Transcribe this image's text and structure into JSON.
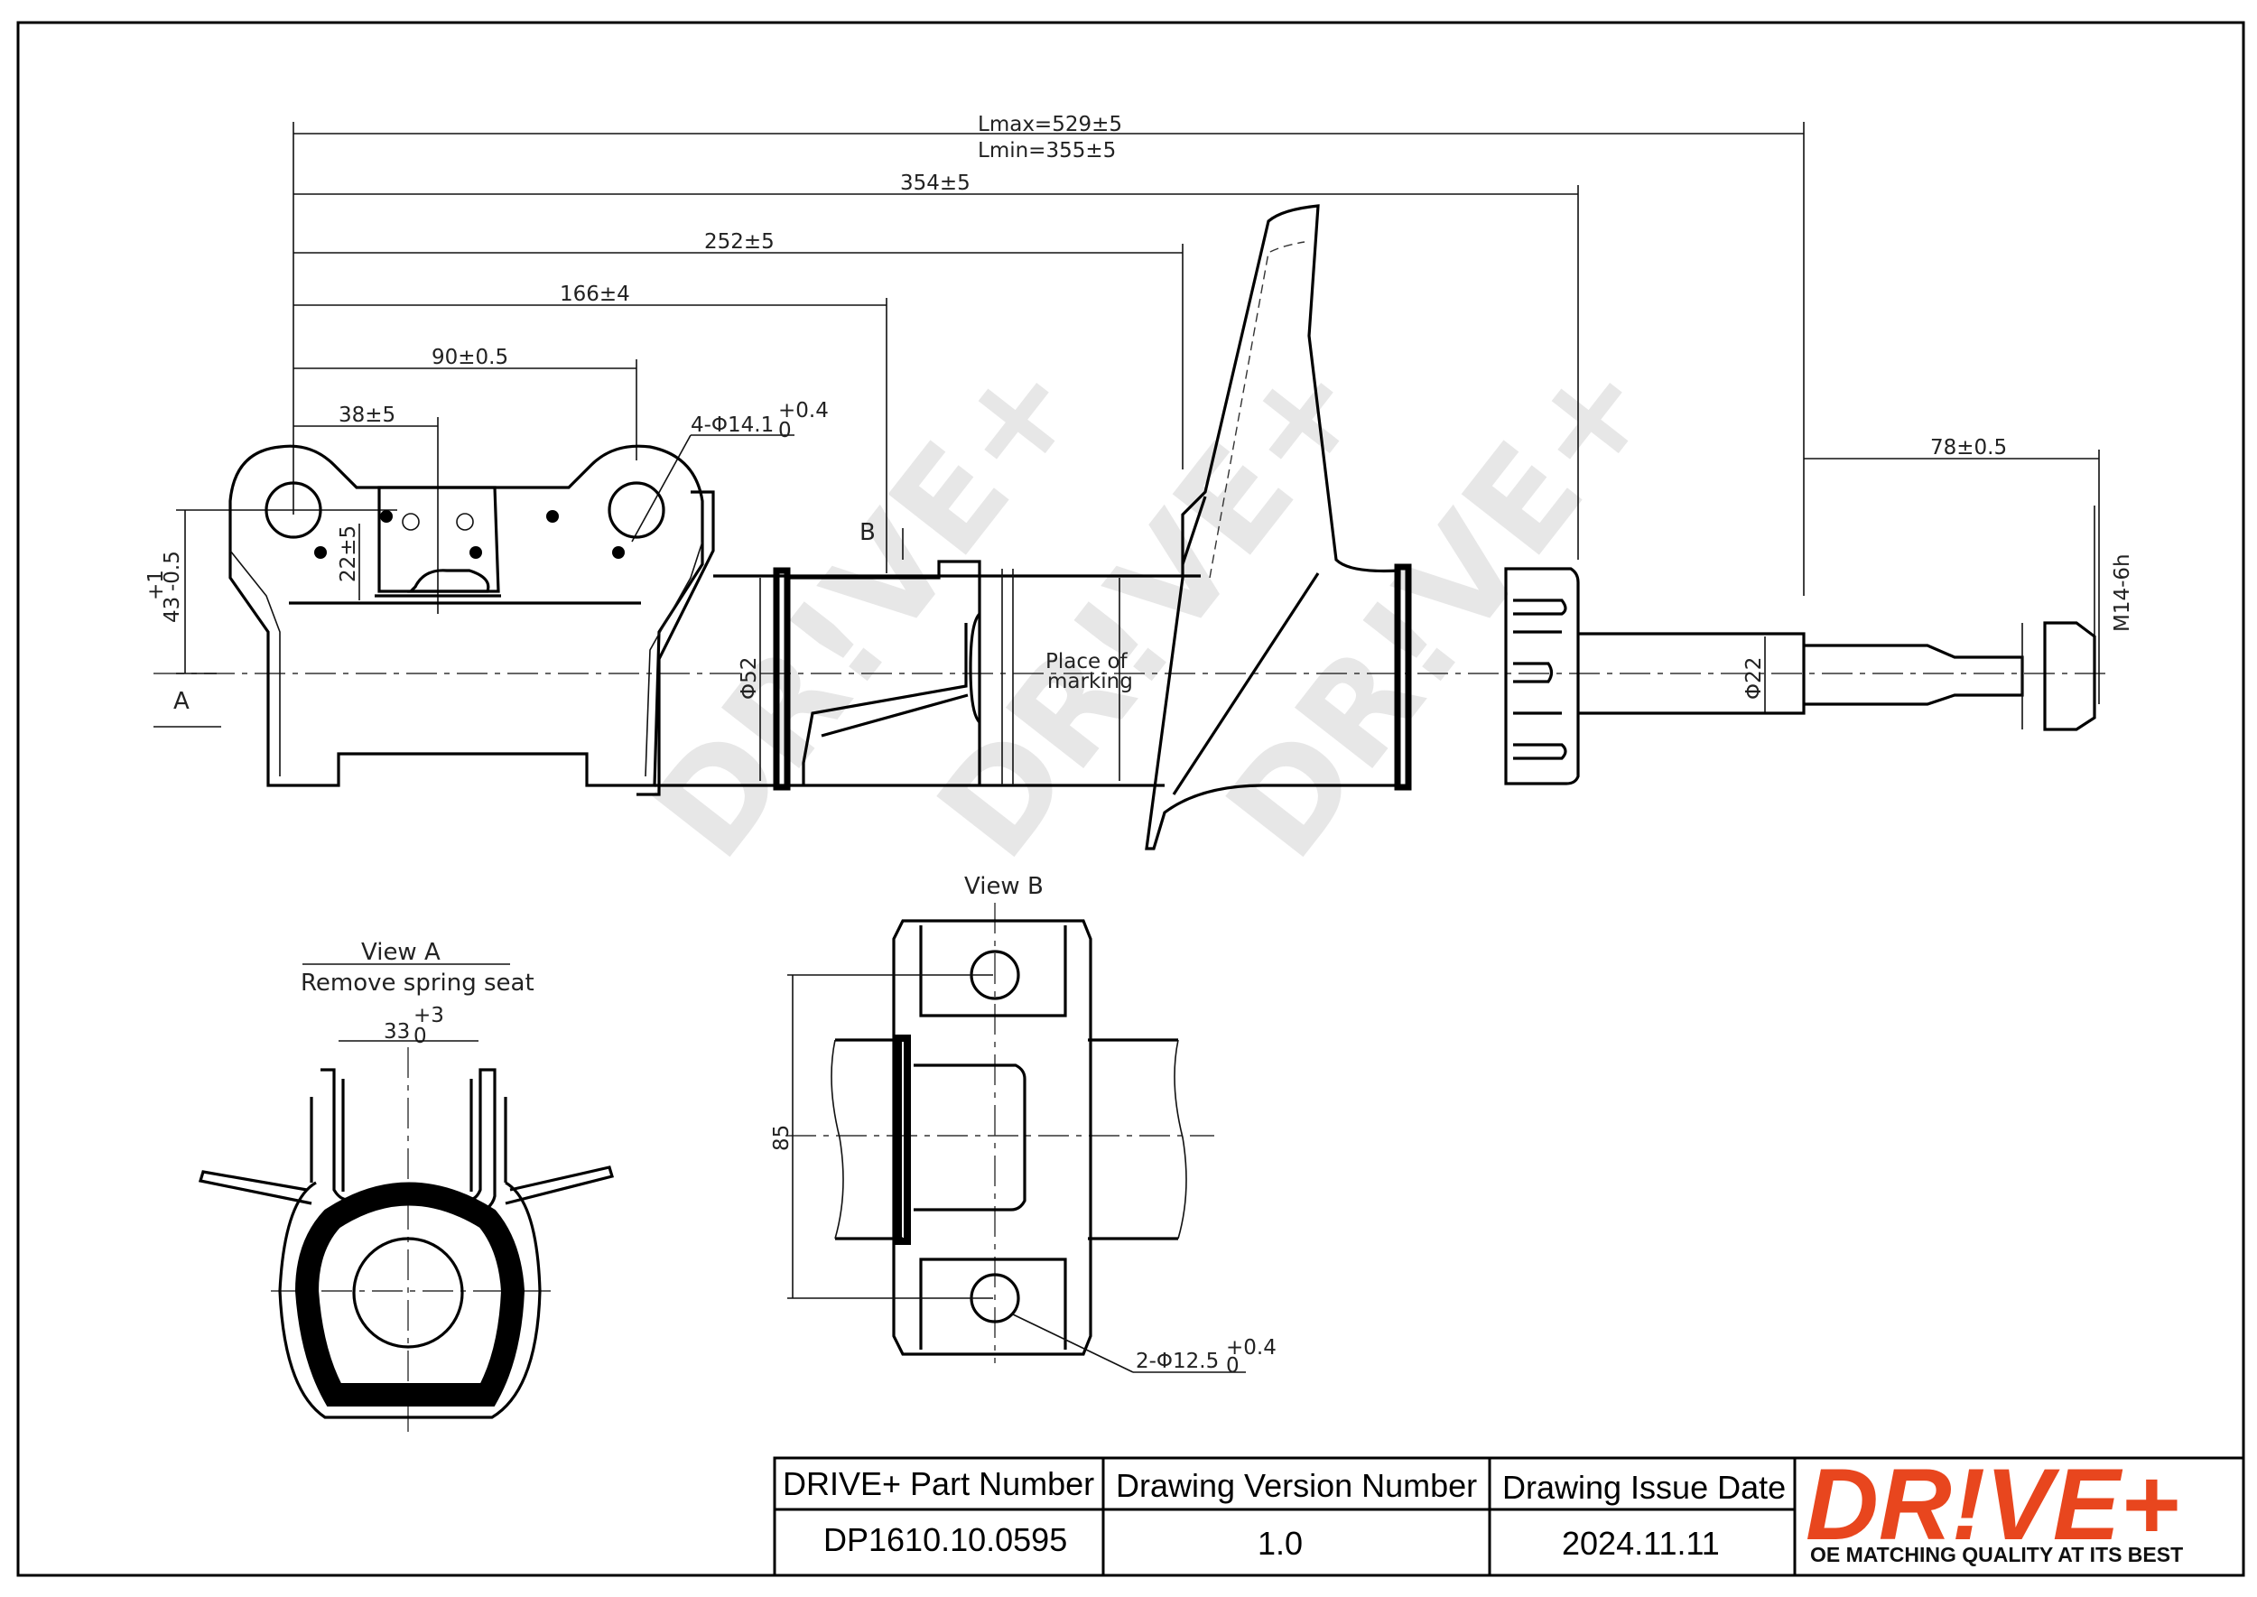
{
  "dimensions": {
    "lmax": "Lmax=529±5",
    "lmin": "Lmin=355±5",
    "d354": "354±5",
    "d252": "252±5",
    "d166": "166±4",
    "d90": "90±0.5",
    "d38": "38±5",
    "d78": "78±0.5",
    "hole_top": "4-Φ14.1",
    "hole_top_tol": "+0.4",
    "hole_top_tol0": "0",
    "d22_5": "22±5",
    "d43": "43",
    "d43_tol_up": "+1",
    "d43_tol_dn": "-0.5",
    "d52": "Φ52",
    "d22": "Φ22",
    "thread": "M14-6h",
    "d33": "33",
    "d33_tol_up": "+3",
    "d33_tol_dn": "0",
    "d85": "85",
    "hole_b": "2-Φ12.5",
    "hole_b_tol": "+0.4",
    "hole_b_tol0": "0"
  },
  "labels": {
    "view_a_marker": "A",
    "view_b_marker": "B",
    "place_marking_1": "Place of",
    "place_marking_2": "marking",
    "view_a_title": "View A",
    "view_a_sub": "Remove spring seat",
    "view_b_title": "View B"
  },
  "watermark": "DR!VE+",
  "title_block": {
    "part_number_header": "DRIVE+ Part Number",
    "version_header": "Drawing Version  Number",
    "issue_date_header": "Drawing Issue Date",
    "part_number": "DP1610.10.0595",
    "version": "1.0",
    "issue_date": "2024.11.11"
  },
  "logo": {
    "text": "DR!VE+",
    "tagline": "OE MATCHING QUALITY AT ITS BEST"
  },
  "colors": {
    "brand": "#e8461e",
    "line": "#000000",
    "watermark": "#d4d4d4"
  }
}
